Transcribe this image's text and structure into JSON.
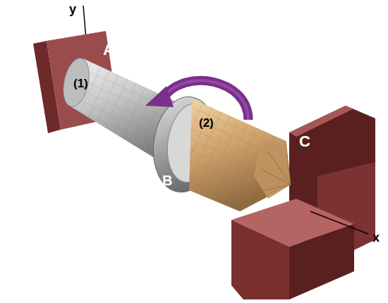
{
  "diagram": {
    "labels": [
      "y",
      "A",
      "(1)",
      "(2)",
      "C",
      "B",
      "x"
    ]
  }
}
